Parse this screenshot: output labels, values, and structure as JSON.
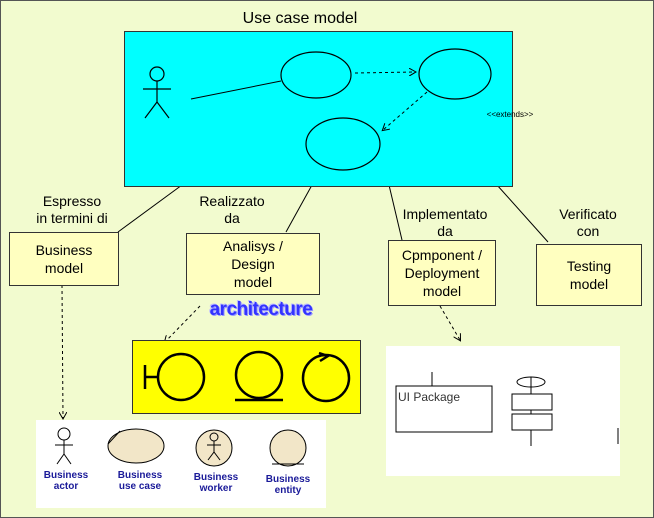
{
  "title": "Use case model",
  "use_case_diagram": {
    "stereotype": "<<extends>>"
  },
  "relations": {
    "espresso": "Espresso\nin termini di",
    "realizzato": "Realizzato\nda",
    "implementato": "Implementato\nda",
    "verificato": "Verificato\ncon"
  },
  "models": {
    "business": "Business\nmodel",
    "analysis": "Analisys /\nDesign\nmodel",
    "component": "Cpmponent /\nDeployment\nmodel",
    "testing": "Testing\nmodel"
  },
  "architecture_label": "architecture",
  "business_elements": [
    {
      "label": "Business\nactor"
    },
    {
      "label": "Business\nuse case"
    },
    {
      "label": "Business\nworker"
    },
    {
      "label": "Business\nentity"
    }
  ],
  "component_diagram": {
    "package_label": "UI Package"
  }
}
